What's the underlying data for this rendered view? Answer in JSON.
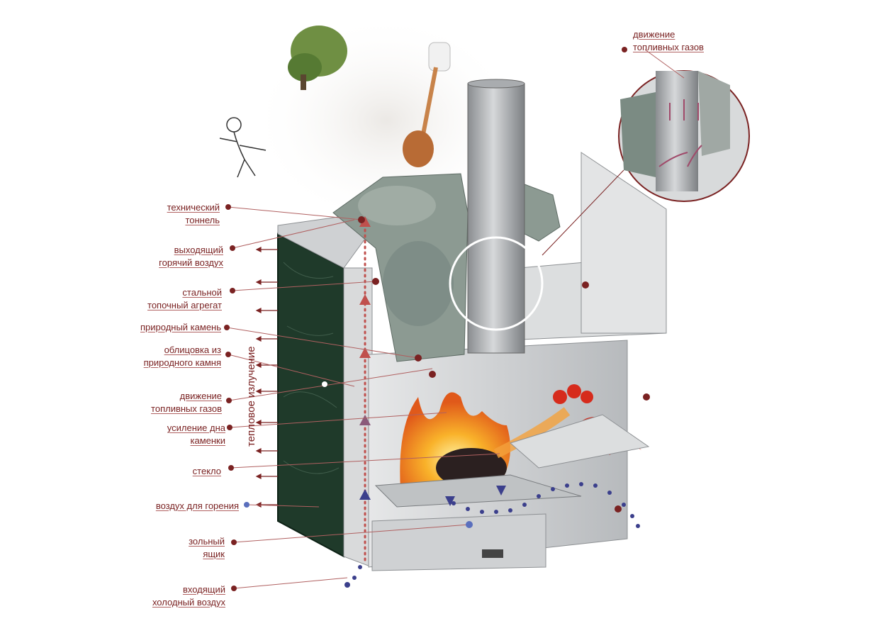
{
  "colors": {
    "label_text": "#7a2222",
    "leader_dot": "#7a2222",
    "air_dot": "#3b3f8c",
    "hot_arrow": "#c0504d",
    "stone_cladding": "#1f3a2a",
    "steel": "#c9cbcd",
    "flame": "#f59a1b"
  },
  "labels": {
    "tech_tunnel": [
      "технический",
      "тоннель"
    ],
    "hot_air_out": [
      "выходящий",
      "горячий воздух"
    ],
    "steel_firebox": [
      "стальной",
      "топочный агрегат"
    ],
    "natural_stone": [
      "природный камень"
    ],
    "stone_cladding": [
      "облицовка из",
      "природного камня"
    ],
    "flue_gas_left": [
      "движение",
      "топливных газов"
    ],
    "heater_floor": [
      "усиление дна",
      "каменки"
    ],
    "glass": [
      "стекло"
    ],
    "combustion_air": [
      "воздух для горения"
    ],
    "ash_box": [
      "зольный",
      "ящик"
    ],
    "cold_air_in": [
      "входящий",
      "холодный воздух"
    ],
    "flue_gas_right": [
      "движение",
      "топливных газов"
    ]
  },
  "thermal_radiation": "тепловое излучение"
}
